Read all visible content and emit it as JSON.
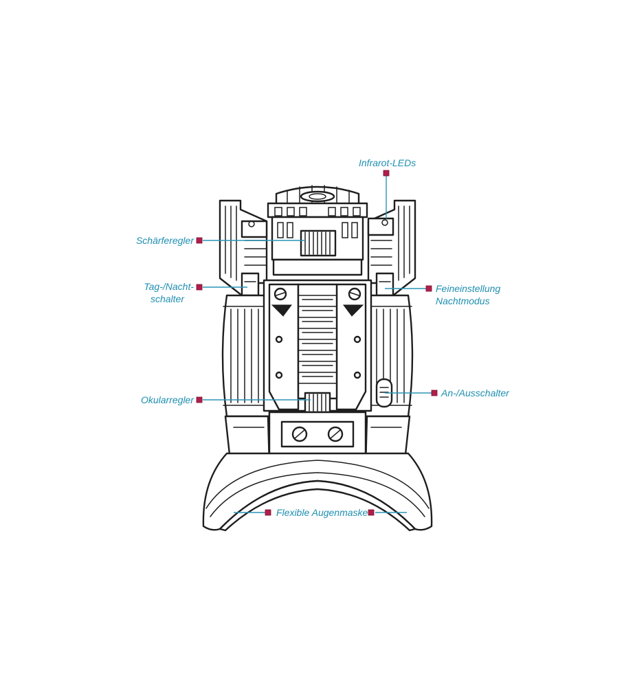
{
  "colors": {
    "label": "#1f8fb0",
    "leader": "#2a93b6",
    "marker": "#b01f4a",
    "outline": "#1e1e1e"
  },
  "labels": {
    "infrarot_leds": "Infrarot-LEDs",
    "schaerferegler": "Schärferegler",
    "tag_nacht_1": "Tag-/Nacht-",
    "tag_nacht_2": "schalter",
    "feineinstellung_1": "Feineinstellung",
    "feineinstellung_2": "Nachtmodus",
    "okularregler": "Okularregler",
    "an_aus": "An-/Ausschalter",
    "augenmaske": "Flexible Augenmaske"
  }
}
